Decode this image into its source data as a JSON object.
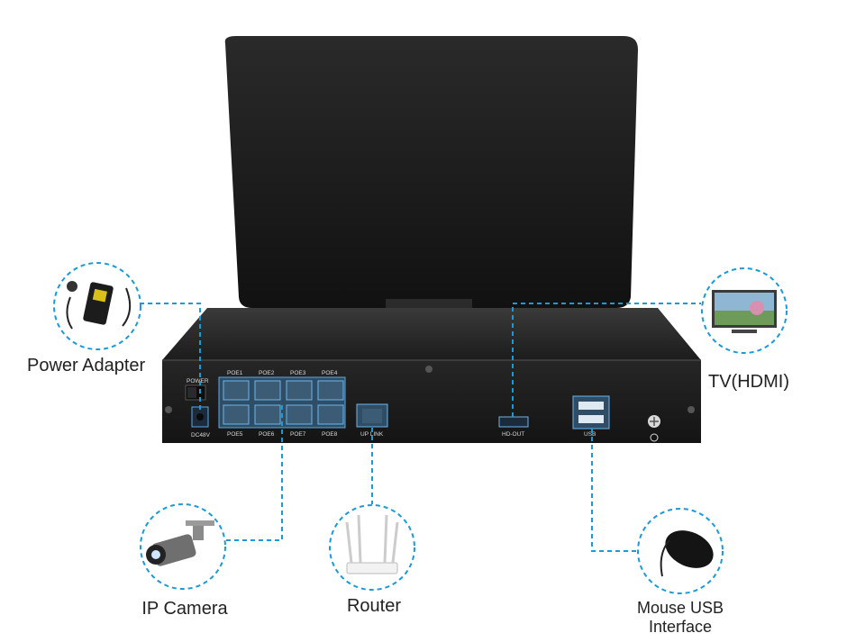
{
  "nvr": {
    "power_label": "POWER",
    "dc_label": "DC48V",
    "poe_top": [
      "POE1",
      "POE2",
      "POE3",
      "POE4"
    ],
    "poe_bottom": [
      "POE5",
      "POE6",
      "POE7",
      "POE8"
    ],
    "uplink_label": "UP LINK",
    "hdout_label": "HD-OUT",
    "usb_label": "USB"
  },
  "callouts": {
    "power_adapter": "Power Adapter",
    "tv_hdmi": "TV(HDMI)",
    "ip_camera": "IP Camera",
    "router": "Router",
    "mouse_line1": "Mouse USB",
    "mouse_line2": "Interface"
  },
  "colors": {
    "accent": "#1a9ad6",
    "device_body": "#1f1f1f",
    "port_blue": "#5aa9e6"
  }
}
